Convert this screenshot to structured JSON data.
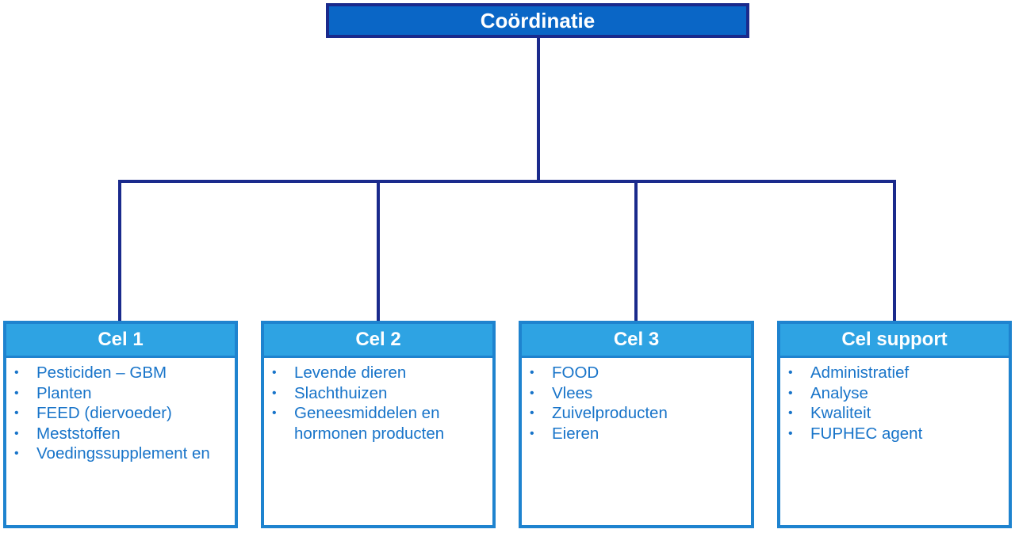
{
  "root": {
    "title": "Coördinatie"
  },
  "cells": [
    {
      "title": "Cel 1",
      "items": [
        "Pesticiden – GBM",
        "Planten",
        "FEED (diervoeder)",
        "Meststoffen",
        "Voedingssupplement en"
      ]
    },
    {
      "title": "Cel 2",
      "items": [
        "Levende dieren",
        "Slachthuizen",
        "Geneesmiddelen en hormonen producten"
      ]
    },
    {
      "title": "Cel 3",
      "items": [
        "FOOD",
        "Vlees",
        "Zuivelproducten",
        "Eieren"
      ]
    },
    {
      "title": "Cel support",
      "items": [
        "Administratief",
        "Analyse",
        "Kwaliteit",
        "FUPHEC agent"
      ]
    }
  ],
  "colors": {
    "root_fill": "#0a66c6",
    "root_border": "#1a2a8c",
    "connector": "#1a2a8c",
    "cell_header": "#2ea3e3",
    "cell_border": "#1e83cf",
    "item_text": "#1874c9"
  }
}
